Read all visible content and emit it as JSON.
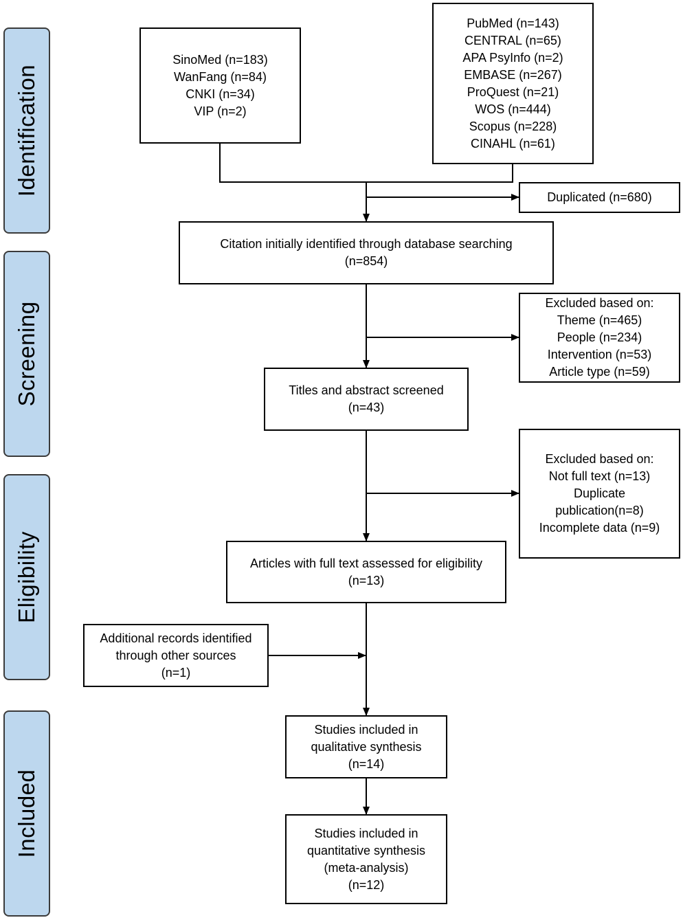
{
  "phases": {
    "identification": "Identification",
    "screening": "Screening",
    "eligibility": "Eligibility",
    "included": "Included"
  },
  "boxes": {
    "chinese_databases": [
      "SinoMed (n=183)",
      "WanFang (n=84)",
      "CNKI (n=34)",
      "VIP (n=2)"
    ],
    "english_databases": [
      "PubMed (n=143)",
      "CENTRAL (n=65)",
      "APA PsyInfo (n=2)",
      "EMBASE (n=267)",
      "ProQuest (n=21)",
      "WOS (n=444)",
      "Scopus (n=228)",
      "CINAHL (n=61)"
    ],
    "duplicated": [
      "Duplicated (n=680)"
    ],
    "identified": [
      "Citation initially identified through database searching",
      "(n=854)"
    ],
    "excluded_screening": [
      "Excluded based on:",
      "Theme (n=465)",
      "People (n=234)",
      "Intervention (n=53)",
      "Article type (n=59)"
    ],
    "screened": [
      "Titles and abstract screened",
      "(n=43)"
    ],
    "excluded_eligibility": [
      "Excluded based on:",
      "Not full text (n=13)",
      "Duplicate",
      "publication(n=8)",
      "Incomplete data (n=9)"
    ],
    "full_text": [
      "Articles with full text assessed for eligibility",
      "(n=13)"
    ],
    "additional": [
      "Additional records identified",
      "through other sources",
      "(n=1)"
    ],
    "qualitative": [
      "Studies included in",
      "qualitative synthesis",
      "(n=14)"
    ],
    "quantitative": [
      "Studies included in",
      "quantitative synthesis",
      "(meta-analysis)",
      "(n=12)"
    ]
  }
}
